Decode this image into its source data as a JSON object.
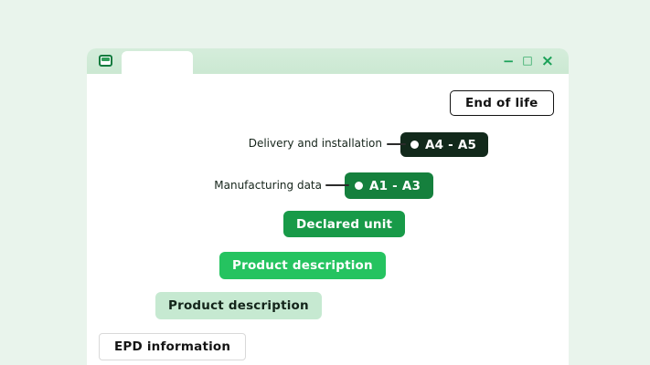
{
  "window": {
    "tab_title": "",
    "controls": {
      "minimize": "−",
      "maximize": "□",
      "close": "×"
    }
  },
  "badges": [
    {
      "id": "end-of-life",
      "label": "End of life",
      "style": "white-outline-black"
    },
    {
      "id": "a4-a5",
      "label": "A4 - A5",
      "style": "dark-green-black",
      "dot": true
    },
    {
      "id": "a1-a3",
      "label": "A1 - A3",
      "style": "forest-green",
      "dot": true
    },
    {
      "id": "declared-unit",
      "label": "Declared unit",
      "style": "green"
    },
    {
      "id": "product-description-solid",
      "label": "Product description",
      "style": "bright-green"
    },
    {
      "id": "product-description-soft",
      "label": "Product description",
      "style": "pale-green"
    },
    {
      "id": "epd-information",
      "label": "EPD information",
      "style": "white-outline-gray"
    }
  ],
  "annotations": [
    {
      "label": "Delivery and installation",
      "target_badge": "A4 - A5"
    },
    {
      "label": "Manufacturing data",
      "target_badge": "A1 - A3"
    }
  ],
  "colors": {
    "page_background": "#e9f4ec",
    "titlebar": "#cbe8d2",
    "window_controls": "#1ba158",
    "badge_dark": "#12291b",
    "badge_forest": "#15803d",
    "badge_green": "#189a48",
    "badge_bright": "#25c360",
    "badge_pale": "#c6e9d1",
    "outline_black": "#131313",
    "outline_gray": "#d9d9d9"
  }
}
